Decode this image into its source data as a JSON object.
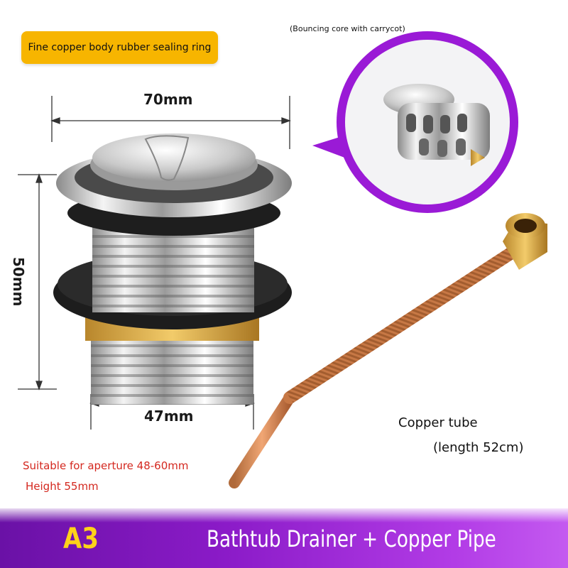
{
  "badge": {
    "text": "Fine copper body rubber sealing ring"
  },
  "inset": {
    "note": "(Bouncing core with carrycot)"
  },
  "dimensions": {
    "width_top": "70mm",
    "height": "50mm",
    "width_bottom": "47mm"
  },
  "specs": {
    "aperture": "Suitable for aperture 48-60mm",
    "height": "Height 55mm"
  },
  "tube": {
    "label": "Copper tube",
    "length": "(length 52cm)"
  },
  "footer": {
    "code": "A3",
    "title": "Bathtub Drainer + Copper Pipe"
  },
  "colors": {
    "badge": "#f7b500",
    "accent_purple": "#8b1bc8",
    "spec_red": "#d4281f",
    "code_yellow": "#ffd21a"
  }
}
